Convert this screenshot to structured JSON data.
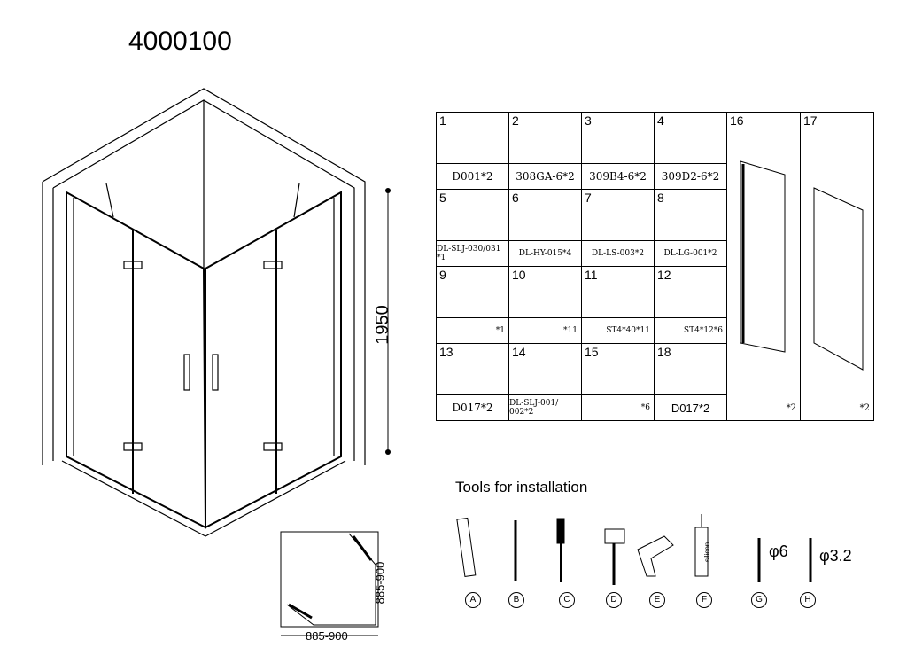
{
  "model_number": "4000100",
  "height_dimension": "1950",
  "plan_dimensions": {
    "depth": "885-900",
    "width": "885-900"
  },
  "parts": [
    {
      "num": "1",
      "code": "D001*2"
    },
    {
      "num": "2",
      "code": "308GA-6*2"
    },
    {
      "num": "3",
      "code": "309B4-6*2"
    },
    {
      "num": "4",
      "code": "309D2-6*2"
    },
    {
      "num": "5",
      "code": "DL-SLJ-030/031 *1"
    },
    {
      "num": "6",
      "code": "DL-HY-015*4"
    },
    {
      "num": "7",
      "code": "DL-LS-003*2"
    },
    {
      "num": "8",
      "code": "DL-LG-001*2"
    },
    {
      "num": "9",
      "code": "*1"
    },
    {
      "num": "10",
      "code": "*11"
    },
    {
      "num": "11",
      "code": "ST4*40*11"
    },
    {
      "num": "12",
      "code": "ST4*12*6"
    },
    {
      "num": "13",
      "code": "D017*2"
    },
    {
      "num": "14",
      "code": "DL-SLJ-001/ 002*2"
    },
    {
      "num": "15",
      "code": "*6"
    },
    {
      "num": "18",
      "code": "D017*2"
    },
    {
      "num": "16",
      "code": "*2"
    },
    {
      "num": "17",
      "code": "*2"
    }
  ],
  "tools": {
    "title": "Tools for installation",
    "items": [
      {
        "letter": "A",
        "name": "spirit-level"
      },
      {
        "letter": "B",
        "name": "pencil"
      },
      {
        "letter": "C",
        "name": "screwdriver"
      },
      {
        "letter": "D",
        "name": "hammer"
      },
      {
        "letter": "E",
        "name": "drill"
      },
      {
        "letter": "F",
        "name": "silicone-gun",
        "text": "silicon"
      },
      {
        "letter": "G",
        "name": "drill-bit",
        "size": "φ6"
      },
      {
        "letter": "H",
        "name": "drill-bit",
        "size": "φ3.2"
      }
    ]
  }
}
